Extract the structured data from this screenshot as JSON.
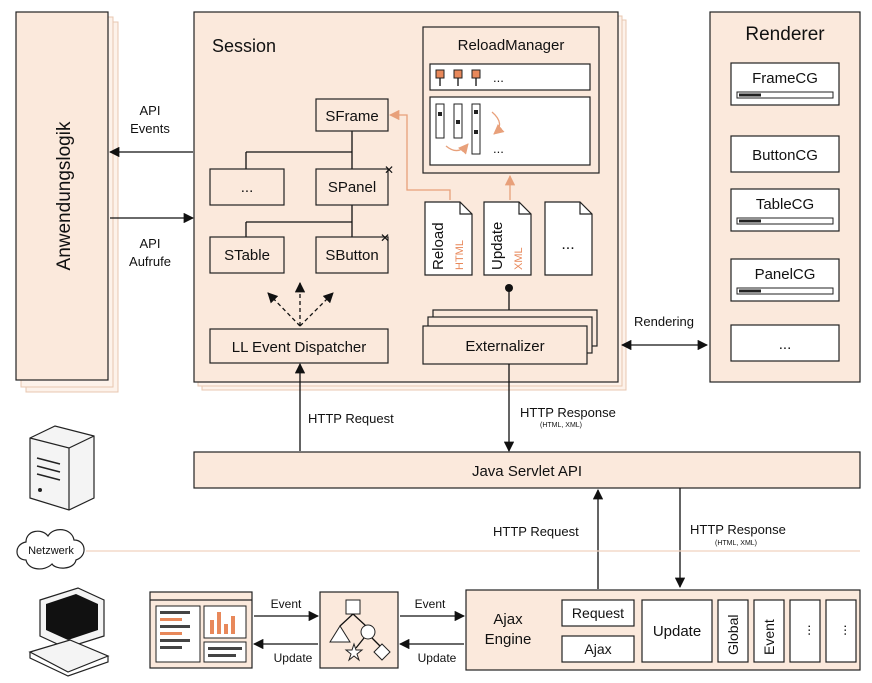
{
  "left_panel": {
    "label": "Anwendungslogik"
  },
  "arrows_left": {
    "api_events_line1": "API",
    "api_events_line2": "Events",
    "api_calls_line1": "API",
    "api_calls_line2": "Aufrufe"
  },
  "session": {
    "title": "Session",
    "tree": {
      "root": "SFrame",
      "ellipsis": "...",
      "panel": "SPanel",
      "table": "STable",
      "button": "SButton"
    },
    "dispatcher": "LL Event Dispatcher",
    "externalizer": "Externalizer",
    "reload_manager": {
      "title": "ReloadManager",
      "ellipsis_top": "...",
      "ellipsis_bottom": "..."
    },
    "docs": {
      "reload": {
        "label": "Reload",
        "format": "HTML"
      },
      "update": {
        "label": "Update",
        "format": "XML"
      },
      "other": "..."
    }
  },
  "renderer": {
    "title": "Renderer",
    "items": [
      "FrameCG",
      "ButtonCG",
      "TableCG",
      "PanelCG",
      "..."
    ]
  },
  "rendering_label": "Rendering",
  "top_http": {
    "request": "HTTP Request",
    "response": "HTTP Response",
    "response_sub": "(HTML, XML)"
  },
  "servlet_api": "Java Servlet API",
  "bottom_http": {
    "request": "HTTP Request",
    "response": "HTTP Response",
    "response_sub": "(HTML, XML)"
  },
  "network": "Netzwerk",
  "client": {
    "event1": "Event",
    "update1": "Update",
    "event2": "Event",
    "update2": "Update",
    "ajax_engine_line1": "Ajax",
    "ajax_engine_line2": "Engine",
    "request_box": "Request",
    "ajax_box": "Ajax",
    "update_box": "Update",
    "global_box": "Global",
    "event_box": "Event",
    "dots1": "...",
    "dots2": "..."
  }
}
